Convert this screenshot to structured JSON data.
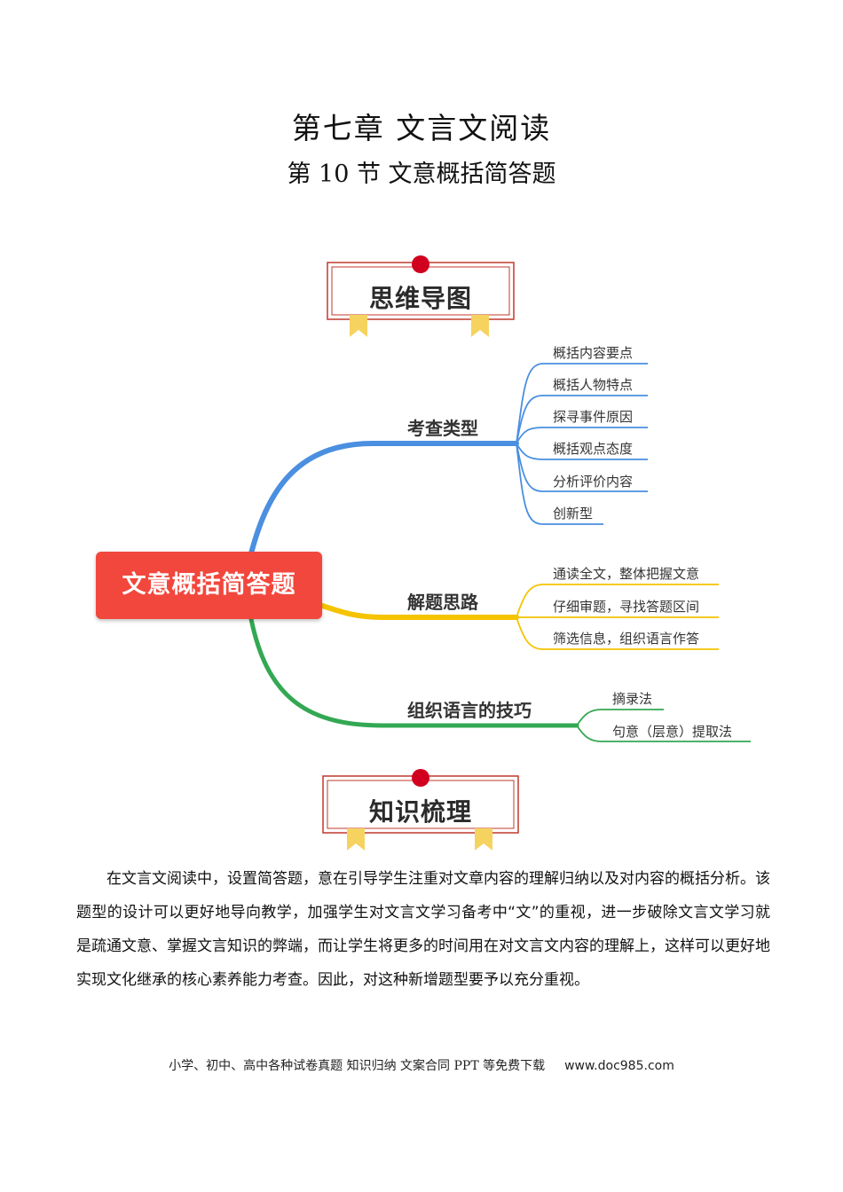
{
  "header": {
    "chapter_title": "第七章 文言文阅读",
    "section_title": "第 10 节 文意概括简答题"
  },
  "banners": {
    "mind_map": "思维导图",
    "knowledge": "知识梳理"
  },
  "mind_map": {
    "root": "文意概括简答题",
    "branches": [
      {
        "label": "考查类型",
        "color": "#4a8fe0",
        "items": [
          "概括内容要点",
          "概括人物特点",
          "探寻事件原因",
          "概括观点态度",
          "分析评价内容",
          "创新型"
        ]
      },
      {
        "label": "解题思路",
        "color": "#f5c300",
        "items": [
          "通读全文，整体把握文意",
          "仔细审题，寻找答题区间",
          "筛选信息，组织语言作答"
        ]
      },
      {
        "label": "组织语言的技巧",
        "color": "#33a853",
        "items": [
          "摘录法",
          "句意（层意）提取法"
        ]
      }
    ],
    "root_color": "#f2473d"
  },
  "intro": {
    "text": "在文言文阅读中，设置简答题，意在引导学生注重对文章内容的理解归纳以及对内容的概括分析。该题型的设计可以更好地导向教学，加强学生对文言文学习备考中“文”的重视，进一步破除文言文学习就是疏通文意、掌握文言知识的弊端，而让学生将更多的时间用在对文言文内容的理解上，这样可以更好地实现文化继承的核心素养能力考查。因此，对这种新增题型要予以充分重视。"
  },
  "footer": {
    "text": "小学、初中、高中各种试卷真题  知识归纳  文案合同  PPT 等免费下载",
    "url": "www.doc985.com"
  }
}
